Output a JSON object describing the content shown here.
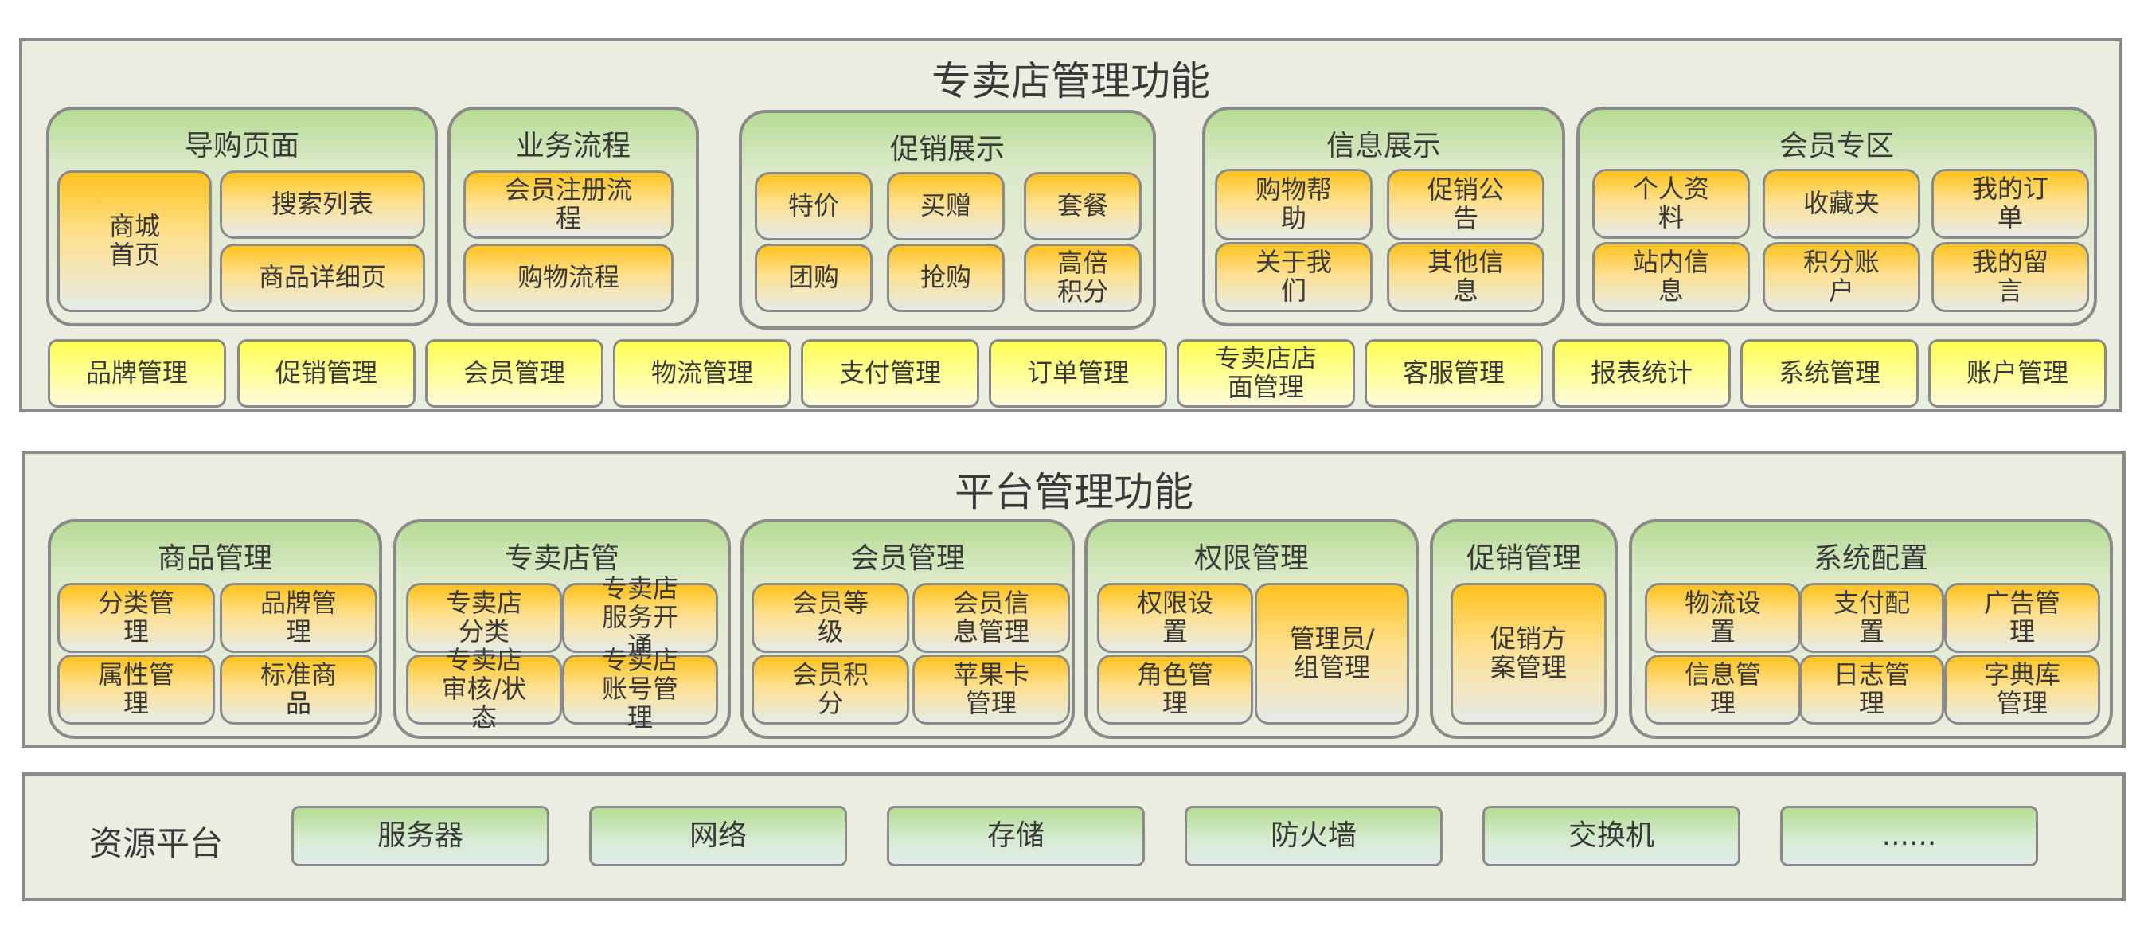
{
  "store": {
    "title": "专卖店管理功能",
    "groups": [
      {
        "title": "导购页面",
        "items": [
          "商城\n首页",
          "搜索列表",
          "商品详细页"
        ]
      },
      {
        "title": "业务流程",
        "items": [
          "会员注册流\n程",
          "购物流程"
        ]
      },
      {
        "title": "促销展示",
        "items": [
          "特价",
          "买赠",
          "套餐",
          "团购",
          "抢购",
          "高倍\n积分"
        ]
      },
      {
        "title": "信息展示",
        "items": [
          "购物帮\n助",
          "促销公\n告",
          "关于我\n们",
          "其他信\n息"
        ]
      },
      {
        "title": "会员专区",
        "items": [
          "个人资\n料",
          "收藏夹",
          "我的订\n单",
          "站内信\n息",
          "积分账\n户",
          "我的留\n言"
        ]
      }
    ],
    "modules": [
      "品牌管理",
      "促销管理",
      "会员管理",
      "物流管理",
      "支付管理",
      "订单管理",
      "专卖店店\n面管理",
      "客服管理",
      "报表统计",
      "系统管理",
      "账户管理"
    ]
  },
  "platform": {
    "title": "平台管理功能",
    "groups": [
      {
        "title": "商品管理",
        "items": [
          "分类管\n理",
          "品牌管\n理",
          "属性管\n理",
          "标准商\n品"
        ]
      },
      {
        "title": "专卖店管",
        "items": [
          "专卖店\n分类",
          "专卖店\n服务开\n通",
          "专卖店\n审核/状\n态",
          "专卖店\n账号管\n理"
        ]
      },
      {
        "title": "会员管理",
        "items": [
          "会员等\n级",
          "会员信\n息管理",
          "会员积\n分",
          "苹果卡\n管理"
        ]
      },
      {
        "title": "权限管理",
        "items": [
          "权限设\n置",
          "管理员/\n组管理",
          "角色管\n理"
        ]
      },
      {
        "title": "促销管理",
        "items": [
          "促销方\n案管理"
        ]
      },
      {
        "title": "系统配置",
        "items": [
          "物流设\n置",
          "支付配\n置",
          "广告管\n理",
          "信息管\n理",
          "日志管\n理",
          "字典库\n管理"
        ]
      }
    ]
  },
  "resource": {
    "label": "资源平台",
    "items": [
      "服务器",
      "网络",
      "存储",
      "防火墙",
      "交换机",
      "......"
    ]
  }
}
